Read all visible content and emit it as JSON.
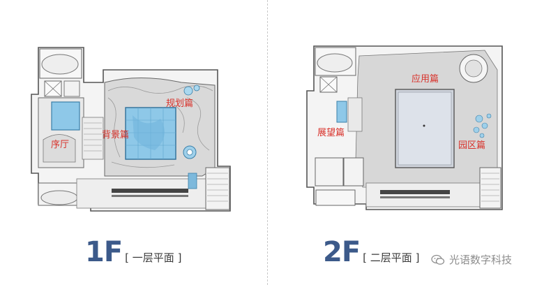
{
  "floors": [
    {
      "level": "1F",
      "name": "一层平面",
      "zones": [
        "序厅",
        "背景篇",
        "规划篇"
      ]
    },
    {
      "level": "2F",
      "name": "二层平面",
      "zones": [
        "展望篇",
        "应用篇",
        "园区篇"
      ]
    }
  ],
  "brackets": {
    "open": "[",
    "close": "]"
  },
  "watermark": {
    "text": "光语数字科技",
    "icon": "wechat-icon"
  },
  "colors": {
    "zone_label": "#d8312a",
    "caption_blue": "#3c5a8a",
    "floor_fill": "#e4e4e4",
    "screen_blue": "#8ec8e8",
    "wall": "#555555"
  }
}
